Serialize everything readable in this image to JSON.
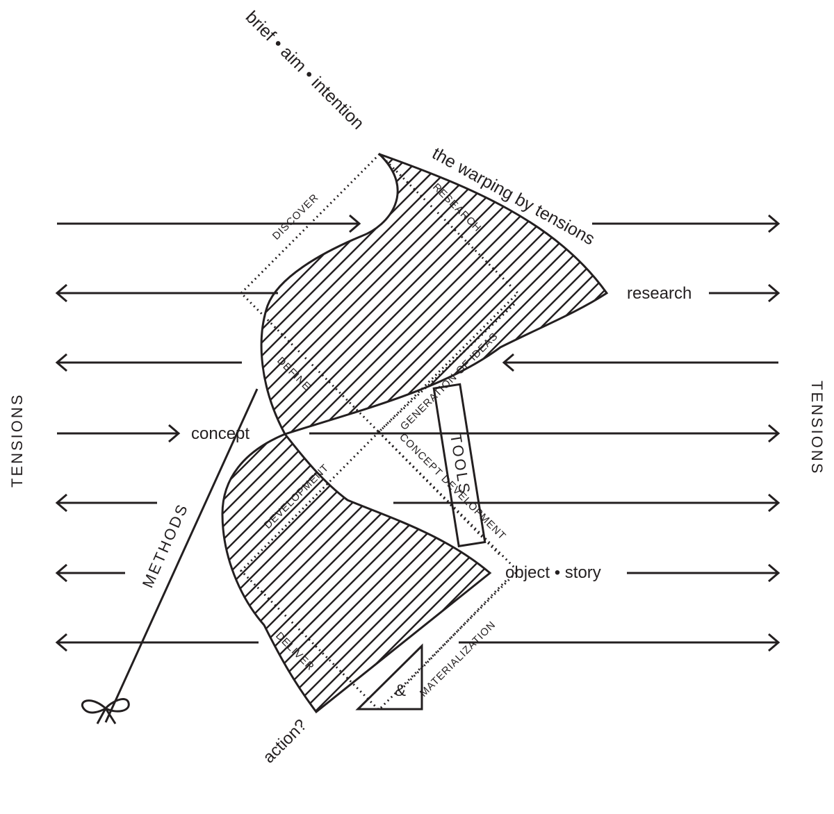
{
  "labels": {
    "brief": "brief • aim • intention",
    "warping": "the warping by tensions",
    "research": "research",
    "concept": "concept",
    "object_story": "object • story",
    "action": "action?",
    "methods": "METHODS",
    "tools": "TOOLS",
    "ampersand": "&",
    "tensions_left": "TENSIONS",
    "tensions_right": "TENSIONS"
  },
  "stages": {
    "discover": "DISCOVER",
    "research": "RESEARCH",
    "define": "DEFINE",
    "generation_of_ideas": "GENERATION OF IDEAS",
    "concept_development": "CONCEPT DEVELOPMENT",
    "development": "DEVELOPMENT",
    "deliver": "DELIVER",
    "materialization": "MATERIALIZATION"
  },
  "colors": {
    "ink": "#231f20",
    "background": "#ffffff"
  }
}
